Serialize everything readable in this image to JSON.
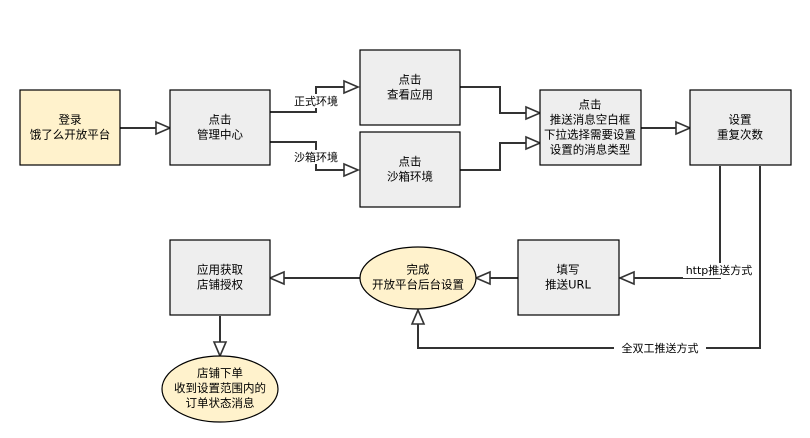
{
  "nodes": {
    "login": {
      "lines": [
        "登录",
        "饿了么开放平台"
      ]
    },
    "admin": {
      "lines": [
        "点击",
        "管理中心"
      ]
    },
    "view_app": {
      "lines": [
        "点击",
        "查看应用"
      ]
    },
    "sandbox": {
      "lines": [
        "点击",
        "沙箱环境"
      ]
    },
    "push_msg": {
      "lines": [
        "点击",
        "推送消息空白框",
        "下拉选择需要设置",
        "设置的消息类型"
      ]
    },
    "retry": {
      "lines": [
        "设置",
        "重复次数"
      ]
    },
    "fill_url": {
      "lines": [
        "填写",
        "推送URL"
      ]
    },
    "done": {
      "lines": [
        "完成",
        "开放平台后台设置"
      ]
    },
    "authorize": {
      "lines": [
        "应用获取",
        "店铺授权"
      ]
    },
    "order": {
      "lines": [
        "店铺下单",
        "收到设置范围内的",
        "订单状态消息"
      ]
    }
  },
  "edge_labels": {
    "prod": "正式环境",
    "sandbox": "沙箱环境",
    "http": "http推送方式",
    "duplex": "全双工推送方式"
  }
}
